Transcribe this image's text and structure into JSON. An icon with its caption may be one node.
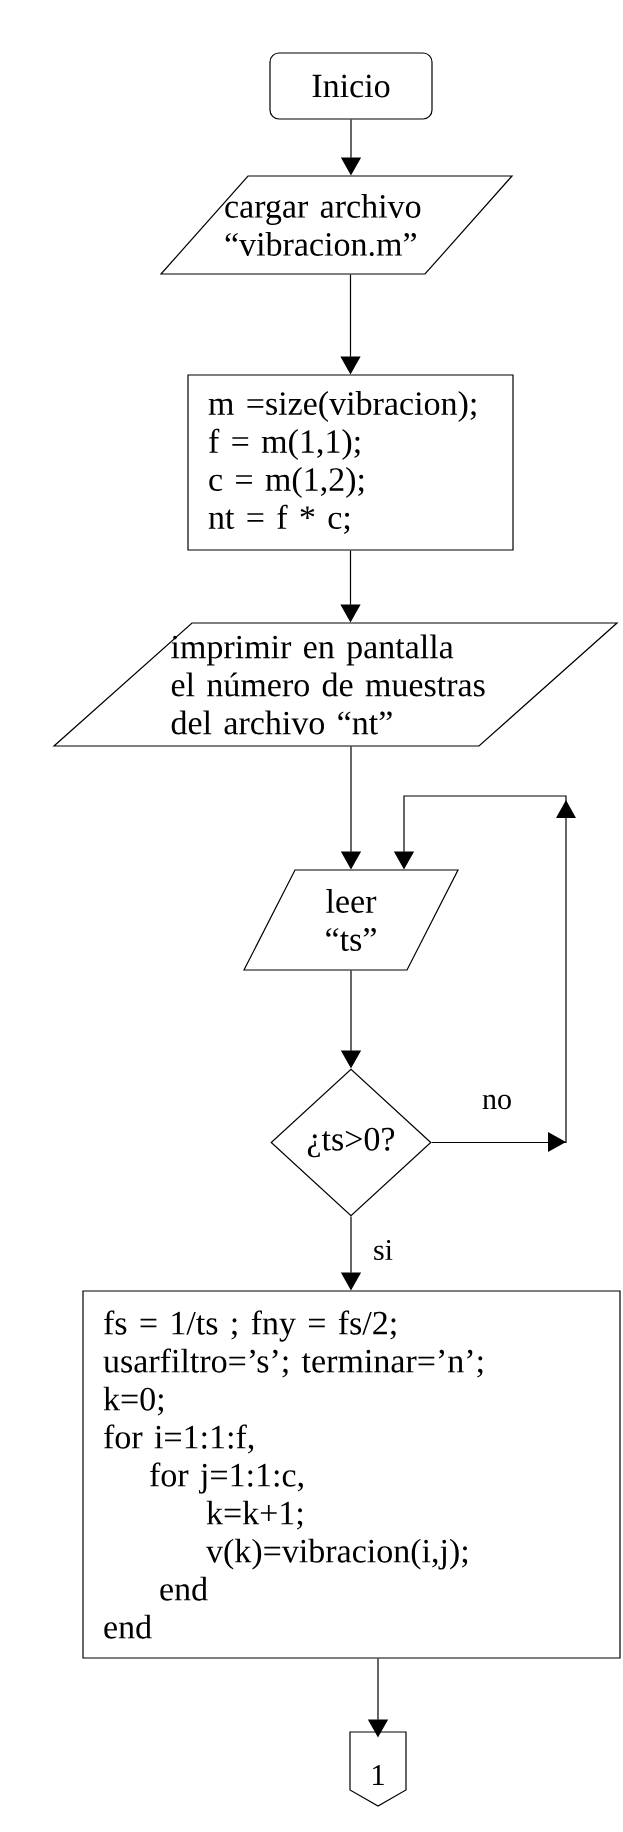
{
  "diagram": {
    "nodes": [
      {
        "text": [
          "Inicio"
        ]
      },
      {
        "text": [
          "cargar archivo “vibracion.m”"
        ]
      },
      {
        "text": [
          "m =size(vibracion);",
          "f = m(1,1);",
          "c = m(1,2);",
          "nt = f * c;"
        ]
      },
      {
        "text": [
          "imprimir en pantalla el número de muestras del archivo “nt”"
        ]
      },
      {
        "text": [
          "leer “ts”"
        ]
      },
      {
        "text": [
          "¿ts>0?"
        ]
      },
      {
        "text": [
          "fs = 1/ts ; fny = fs/2;",
          "usarfiltro=’s’; terminar=’n’;",
          "k=0;",
          "for i=1:1:f,",
          "for j=1:1:c,",
          "k=k+1;",
          "v(k)=vibracion(i,j);",
          "end",
          "end"
        ]
      },
      {
        "text": [
          "1"
        ]
      }
    ],
    "edges": [
      {
        "from": 0,
        "to": 1,
        "arrow": "to"
      },
      {
        "from": 1,
        "to": 2,
        "arrow": "to"
      },
      {
        "from": 2,
        "to": 3,
        "arrow": "to"
      },
      {
        "from": 3,
        "to": 4,
        "arrow": "to"
      },
      {
        "from": 4,
        "to": 5,
        "arrow": "to"
      },
      {
        "from": 5,
        "to": 6,
        "label": "si",
        "arrow": "to"
      },
      {
        "from": 5,
        "to": 4,
        "label": "no",
        "arrow": "to"
      },
      {
        "from": 6,
        "to": 7,
        "arrow": "to"
      }
    ]
  }
}
